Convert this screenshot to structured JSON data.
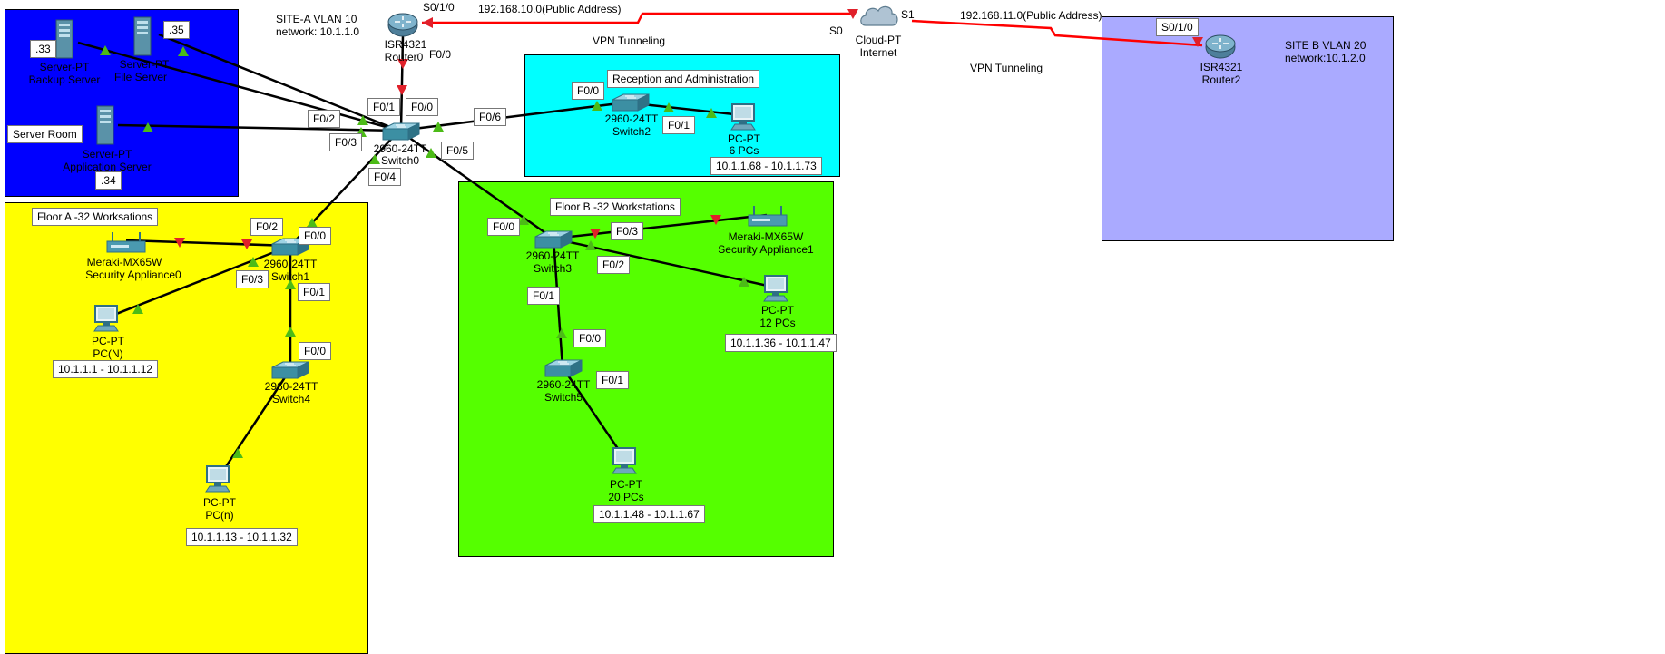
{
  "areas": {
    "server_room": {
      "label": "Server Room",
      "color": "#0000FF"
    },
    "reception": {
      "label": "Reception and Administration",
      "color": "#00FFFF"
    },
    "floor_a": {
      "label": "Floor A -32 Worksations",
      "color": "#FFFF00"
    },
    "floor_b": {
      "label": "Floor B -32 Workstations",
      "color": "#55FF00"
    },
    "site_b": {
      "line1": "SITE B VLAN 20",
      "line2": "network:10.1.2.0",
      "color": "#AAAAFF"
    }
  },
  "site_a": {
    "line1": "SITE-A VLAN 10",
    "line2": "network: 10.1.1.0"
  },
  "wan": {
    "link_left_label": "192.168.10.0(Public Address)",
    "link_right_label": "192.168.11.0(Public Address)",
    "vpn_left": "VPN Tunneling",
    "vpn_right": "VPN Tunneling"
  },
  "devices": {
    "router0": {
      "model": "ISR4321",
      "name": "Router0"
    },
    "router2": {
      "model": "ISR4321",
      "name": "Router2"
    },
    "cloud": {
      "model": "Cloud-PT",
      "name": "Internet"
    },
    "switch0": {
      "model": "2960-24TT",
      "name": "Switch0"
    },
    "switch1": {
      "model": "2960-24TT",
      "name": "Switch1"
    },
    "switch2": {
      "model": "2960-24TT",
      "name": "Switch2"
    },
    "switch3": {
      "model": "2960-24TT",
      "name": "Switch3"
    },
    "switch4": {
      "model": "2960-24TT",
      "name": "Switch4"
    },
    "switch5": {
      "model": "2960-24TT",
      "name": "Switch5"
    },
    "backup_server": {
      "model": "Server-PT",
      "name": "Backup Server",
      "ip": ".33"
    },
    "file_server": {
      "model": "Server-PT",
      "name": "File Server",
      "ip": ".35"
    },
    "app_server": {
      "model": "Server-PT",
      "name": "Application Server",
      "ip": ".34"
    },
    "meraki0": {
      "model": "Meraki-MX65W",
      "name": "Security Appliance0"
    },
    "meraki1": {
      "model": "Meraki-MX65W",
      "name": "Security Appliance1"
    },
    "pc_reception": {
      "model": "PC-PT",
      "name": "6 PCs",
      "range": "10.1.1.68 - 10.1.1.73"
    },
    "pc_floor_a1": {
      "model": "PC-PT",
      "name": "PC(N)",
      "range": "10.1.1.1 - 10.1.1.12"
    },
    "pc_floor_a2": {
      "model": "PC-PT",
      "name": "PC(n)",
      "range": "10.1.1.13 - 10.1.1.32"
    },
    "pc_floor_b1": {
      "model": "PC-PT",
      "name": "12 PCs",
      "range": "10.1.1.36 - 10.1.1.47"
    },
    "pc_floor_b2": {
      "model": "PC-PT",
      "name": "20 PCs",
      "range": "10.1.1.48 - 10.1.1.67"
    }
  },
  "ports": {
    "r0_s010": "S0/1/0",
    "r0_f00": "F0/0",
    "cloud_s0": "S0",
    "cloud_s1": "S1",
    "r2_s010": "S0/1/0",
    "sw0_f00": "F0/0",
    "sw0_f01": "F0/1",
    "sw0_f02": "F0/2",
    "sw0_f03": "F0/3",
    "sw0_f04": "F0/4",
    "sw0_f05": "F0/5",
    "sw0_f06": "F0/6",
    "sw2_f00": "F0/0",
    "sw2_f01": "F0/1",
    "sw1_f00": "F0/0",
    "sw1_f01": "F0/1",
    "sw1_f02": "F0/2",
    "sw1_f03": "F0/3",
    "sw4_f00": "F0/0",
    "sw3_f00": "F0/0",
    "sw3_f01": "F0/1",
    "sw3_f02": "F0/2",
    "sw3_f03": "F0/3",
    "sw5_f00": "F0/0",
    "sw5_f01": "F0/1"
  },
  "colors": {
    "link": "#000000",
    "serial": "#FF0000",
    "up": "#4CBB17",
    "down": "#E0202A",
    "device": "#3C8FA3"
  }
}
